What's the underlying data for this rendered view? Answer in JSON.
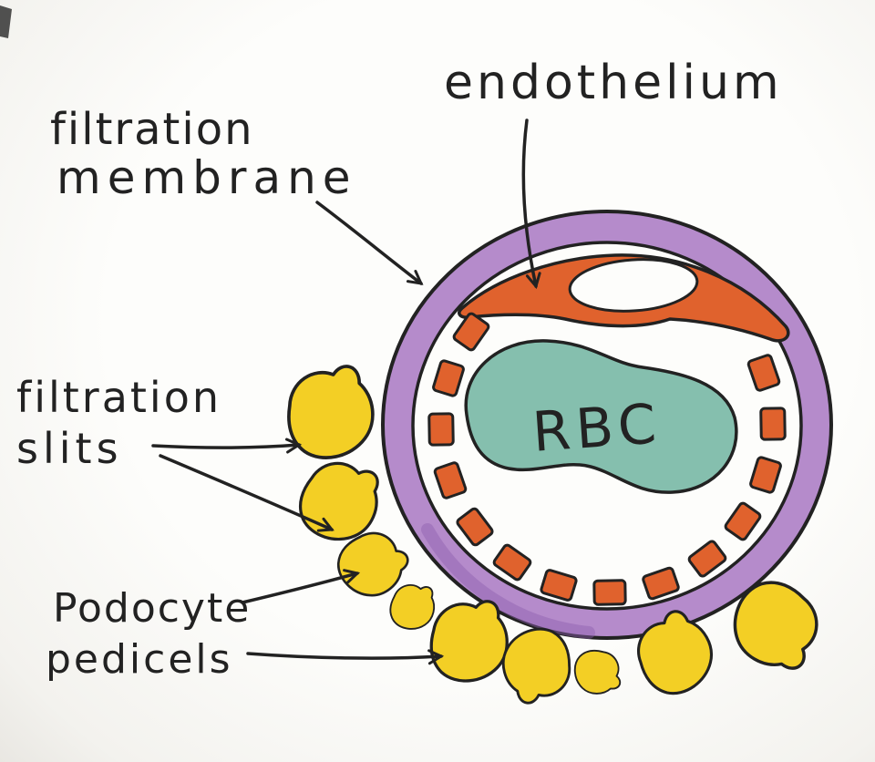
{
  "labels": {
    "endothelium": "endothelium",
    "filtration_membrane": {
      "line1": "filtration",
      "line2": "membrane"
    },
    "filtration_slits": {
      "line1": "filtration",
      "line2": "slits"
    },
    "podocyte_pedicels": {
      "line1": "Podocyte",
      "line2": "pedicels"
    },
    "rbc": "RBC"
  },
  "colors": {
    "ink": "#222222",
    "membrane-purple": "#b58bcb",
    "membrane-purple-edge": "#8d5fb0",
    "endothelium-orange": "#e0622d",
    "rbc-teal": "#85bfae",
    "pedicel-yellow": "#f3cf25",
    "lumen-white": "#fdfdfb",
    "paper": "#fbfbf8"
  }
}
